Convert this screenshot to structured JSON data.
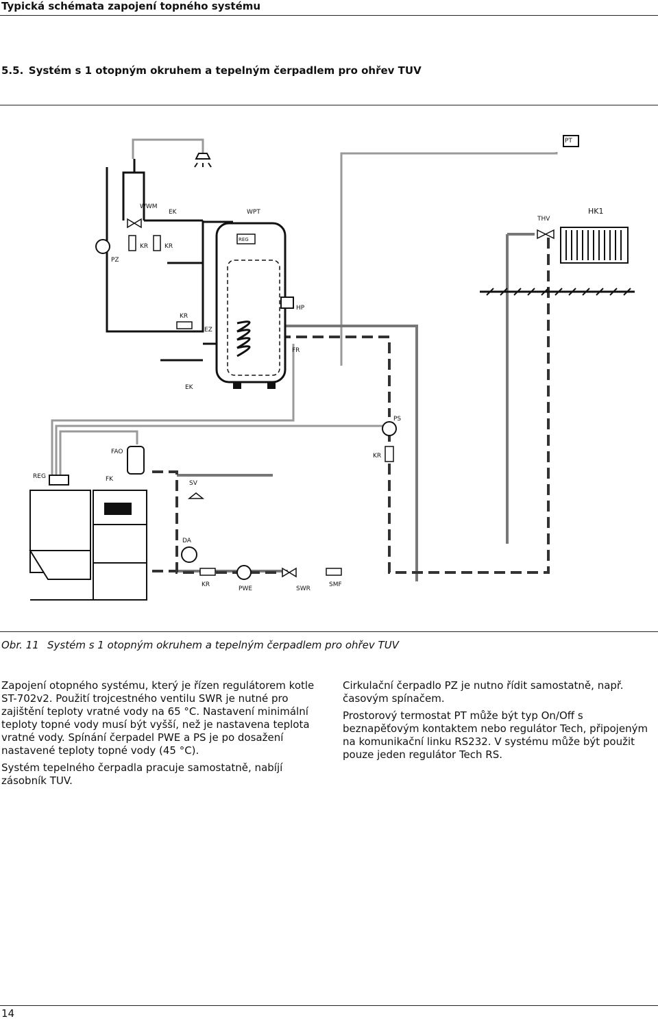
{
  "header": {
    "title": "Typická schémata zapojení topného systému"
  },
  "section": {
    "heading": "5.5. Systém s 1 otopným okruhem a tepelným čerpadlem pro ohřev TUV"
  },
  "figure": {
    "caption": "Obr. 11  Systém s 1 otopným okruhem a tepelným čerpadlem pro ohřev TUV",
    "labels": {
      "pt": "PT",
      "hk1": "HK1",
      "thv": "THV",
      "wpt": "WPT",
      "reg_tank": "REG",
      "wwm": "WWM",
      "ek_top": "EK",
      "kr1": "KR",
      "kr2": "KR",
      "pz": "PZ",
      "kr3": "KR",
      "ez": "EZ",
      "hp": "HP",
      "fr": "FR",
      "ek_bot": "EK",
      "ps": "PS",
      "kr4": "KR",
      "fao": "FAO",
      "reg_boiler": "REG",
      "fk": "FK",
      "sv": "SV",
      "da": "DA",
      "kr5": "KR",
      "pwe": "PWE",
      "swr": "SWR",
      "smf": "SMF"
    }
  },
  "body": {
    "left_p1": "Zapojení otopného systému, který je řízen regulátorem kotle ST-702v2. Použití trojcestného ventilu SWR je nutné pro zajištění teploty vratné vody na 65 °C. Nastavení minimální teploty topné vody musí být vyšší, než je nastavena teplota vratné vody. Spínání čerpadel PWE a PS je po dosažení nastavené teploty topné vody (45 °C).",
    "left_p2": "Systém tepelného čerpadla pracuje samostatně, nabíjí zásobník TUV.",
    "right_p1": "Cirkulační čerpadlo PZ je nutno řídit samostatně, např. časovým spínačem.",
    "right_p2": "Prostorový termostat PT může být typ On/Off s beznapěťovým kontaktem nebo regulátor Tech, připojeným na komunikační linku RS232. V systému může být použit pouze jeden regulátor Tech RS."
  },
  "footer": {
    "page_number": "14"
  }
}
